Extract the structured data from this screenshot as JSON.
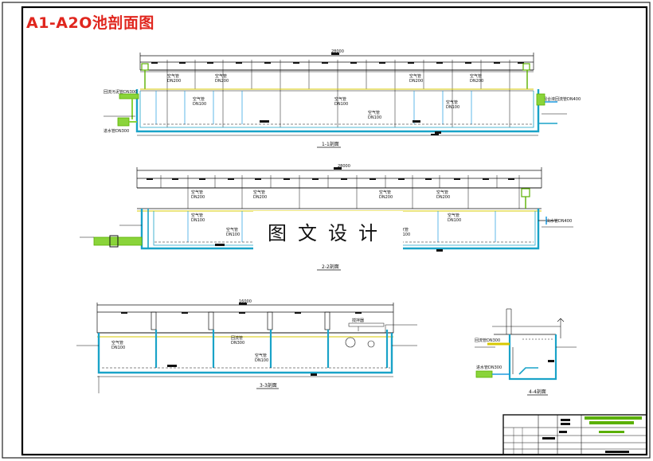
{
  "title": "A1-A2O池剖面图",
  "watermark": "图文设计",
  "colors": {
    "title": "#e0261e",
    "wall": "#1aa3c8",
    "pipe": "#1e9be0",
    "air_pipe": "#8ad43a",
    "line": "#111111",
    "label_yellow": "#d7c800",
    "label_red": "#d02020",
    "titleblock_green": "#5ab000"
  },
  "sections": [
    {
      "key": "section-1",
      "label": "1-1剖面"
    },
    {
      "key": "section-2",
      "label": "2-2剖面"
    },
    {
      "key": "section-3",
      "label": "3-3剖面"
    },
    {
      "key": "section-4",
      "label": "4-4剖面"
    }
  ]
}
